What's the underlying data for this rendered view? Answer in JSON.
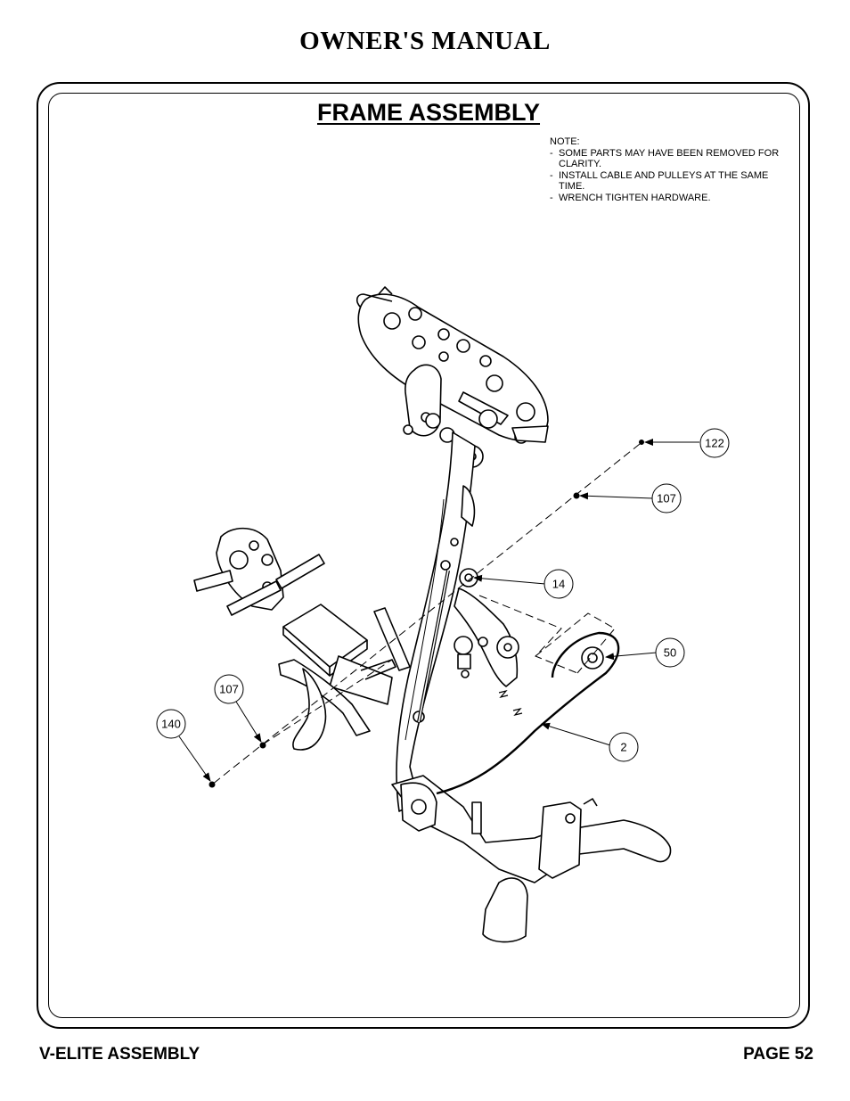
{
  "header": {
    "title": "OWNER'S MANUAL"
  },
  "section": {
    "title": "FRAME ASSEMBLY"
  },
  "note": {
    "heading": "NOTE:",
    "items": [
      "SOME PARTS MAY HAVE BEEN REMOVED FOR CLARITY.",
      "INSTALL CABLE AND PULLEYS AT THE SAME TIME.",
      "WRENCH TIGHTEN HARDWARE."
    ]
  },
  "callouts": {
    "c122": "122",
    "c107a": "107",
    "c14": "14",
    "c50": "50",
    "c2": "2",
    "c107b": "107",
    "c140": "140"
  },
  "footer": {
    "left": "V-ELITE ASSEMBLY",
    "right": "PAGE 52"
  }
}
